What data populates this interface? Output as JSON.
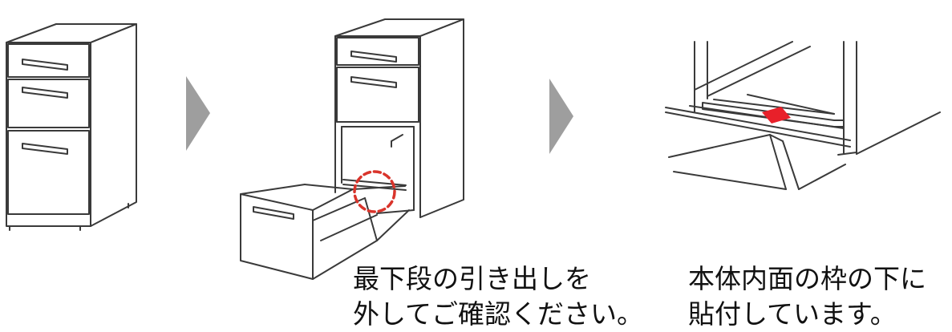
{
  "steps": [
    {
      "id": "step-1"
    },
    {
      "id": "step-2",
      "caption": {
        "line1": "最下段の引き出しを",
        "line2": "外してご確認ください。"
      }
    },
    {
      "id": "step-3",
      "caption": {
        "line1": "本体内面の枠の下に",
        "line2": "貼付しています。"
      }
    }
  ],
  "colors": {
    "line": "#3a3a3a",
    "arrow": "#9e9e9e",
    "highlight_circle": "#d9342b",
    "label_marker": "#e8202a"
  },
  "icons": [
    "pedestal-cabinet",
    "arrow-right-icon",
    "open-drawer-cabinet",
    "label-closeup"
  ]
}
